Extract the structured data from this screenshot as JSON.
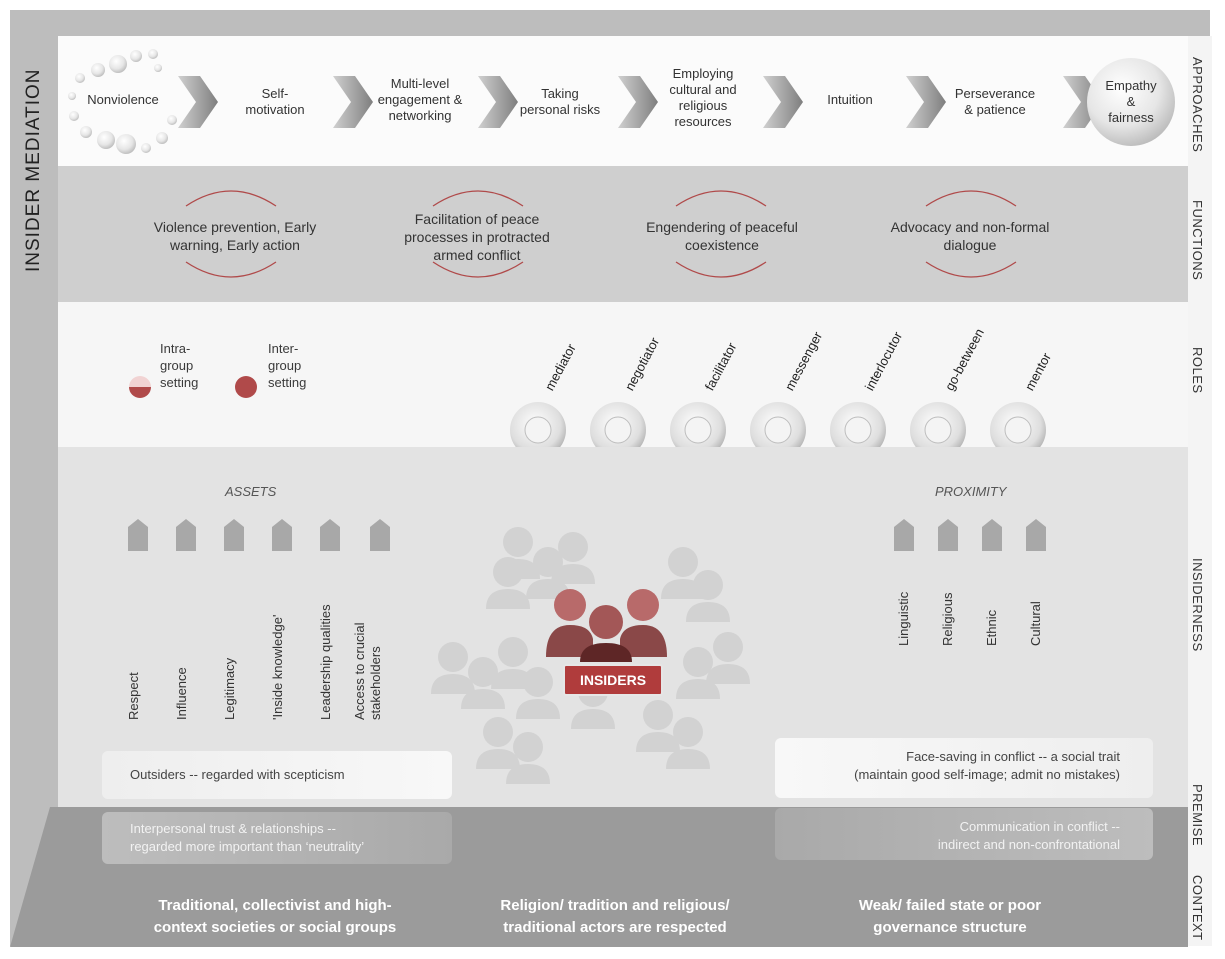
{
  "title": "INSIDER MEDIATION",
  "side_labels": [
    "APPROACHES",
    "FUNCTIONS",
    "ROLES",
    "INSIDERNESS",
    "PREMISE",
    "CONTEXT"
  ],
  "approaches": [
    "Nonviolence",
    "Self-\nmotivation",
    "Multi-level\nengagement &\nnetworking",
    "Taking\npersonal risks",
    "Employing\ncultural and\nreligious\nresources",
    "Intuition",
    "Perseverance\n& patience",
    "Empathy\n&\nfairness"
  ],
  "functions": [
    "Violence prevention, Early\nwarning, Early action",
    "Facilitation of peace\nprocesses in protracted\narmed conflict",
    "Engendering of peaceful\ncoexistence",
    "Advocacy and non-formal\ndialogue"
  ],
  "roles": {
    "legend": [
      {
        "label": "Intra-\ngroup\nsetting",
        "type": "half"
      },
      {
        "label": "Inter-\ngroup\nsetting",
        "type": "full"
      }
    ],
    "items": [
      "mediator",
      "negotiator",
      "facilitator",
      "messenger",
      "interlocutor",
      "go-between",
      "mentor"
    ]
  },
  "insiderness": {
    "assets_title": "ASSETS",
    "assets": [
      "Respect",
      "Influence",
      "Legitimacy",
      "'Inside knowledge'",
      "Leadership qualities",
      "Access to crucial\nstakeholders"
    ],
    "proximity_title": "PROXIMITY",
    "proximity": [
      "Linguistic",
      "Religious",
      "Ethnic",
      "Cultural"
    ],
    "center_label": "INSIDERS"
  },
  "premise": {
    "left": [
      "Outsiders -- regarded with scepticism",
      "Interpersonal trust & relationships --\nregarded more important than ‘neutrality’"
    ],
    "right": [
      "Face-saving in conflict -- a social trait\n(maintain good self-image; admit no mistakes)",
      "Communication in conflict --\nindirect and non-confrontational"
    ]
  },
  "context": [
    "Traditional, collectivist and high-\ncontext societies or social groups",
    "Religion/ tradition and religious/\ntraditional actors are respected",
    "Weak/ failed state or poor\ngovernance structure"
  ],
  "colors": {
    "accent": "#b04a4a",
    "dark_red": "#7a2c2c",
    "gray_dark": "#9b9b9b"
  }
}
